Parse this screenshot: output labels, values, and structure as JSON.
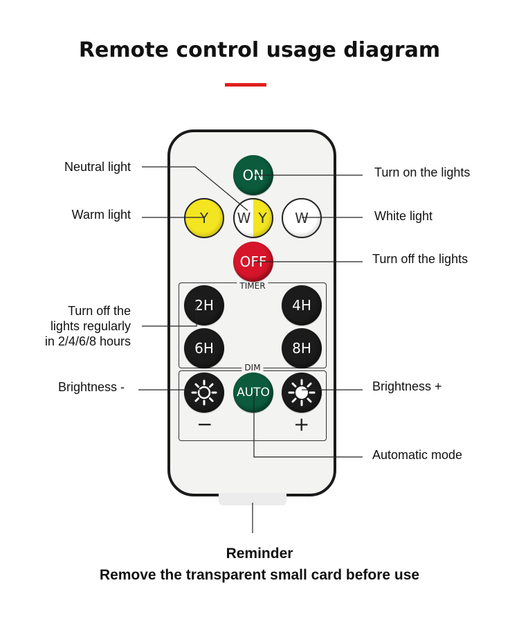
{
  "title": "Remote control usage diagram",
  "colors": {
    "accent": "#e0201b",
    "on_button": "#0b5b3c",
    "off_button": "#d7152a",
    "warm_button": "#f3e520",
    "white_button": "#ffffff",
    "dark_button": "#1b1b1b"
  },
  "buttons": {
    "on": "ON",
    "off": "OFF",
    "warm": "Y",
    "neutral_left": "W",
    "neutral_right": "Y",
    "white": "W",
    "t2": "2H",
    "t4": "4H",
    "t6": "6H",
    "t8": "8H",
    "auto": "AUTO",
    "dim_minus_icon": "sun-outline-icon",
    "dim_plus_icon": "sun-filled-icon"
  },
  "groups": {
    "timer": "TIMER",
    "dim": "DIM",
    "minus": "−",
    "plus": "+"
  },
  "callouts": {
    "neutral": "Neutral light",
    "warm": "Warm light",
    "timer_line1": "Turn off the",
    "timer_line2": "lights regularly",
    "timer_line3": "in 2/4/6/8 hours",
    "brightness_minus": "Brightness -",
    "on": "Turn on the lights",
    "white": "White light",
    "off": "Turn off the lights",
    "brightness_plus": "Brightness +",
    "auto": "Automatic mode"
  },
  "reminder": {
    "title": "Reminder",
    "text": "Remove the transparent small card before use"
  }
}
